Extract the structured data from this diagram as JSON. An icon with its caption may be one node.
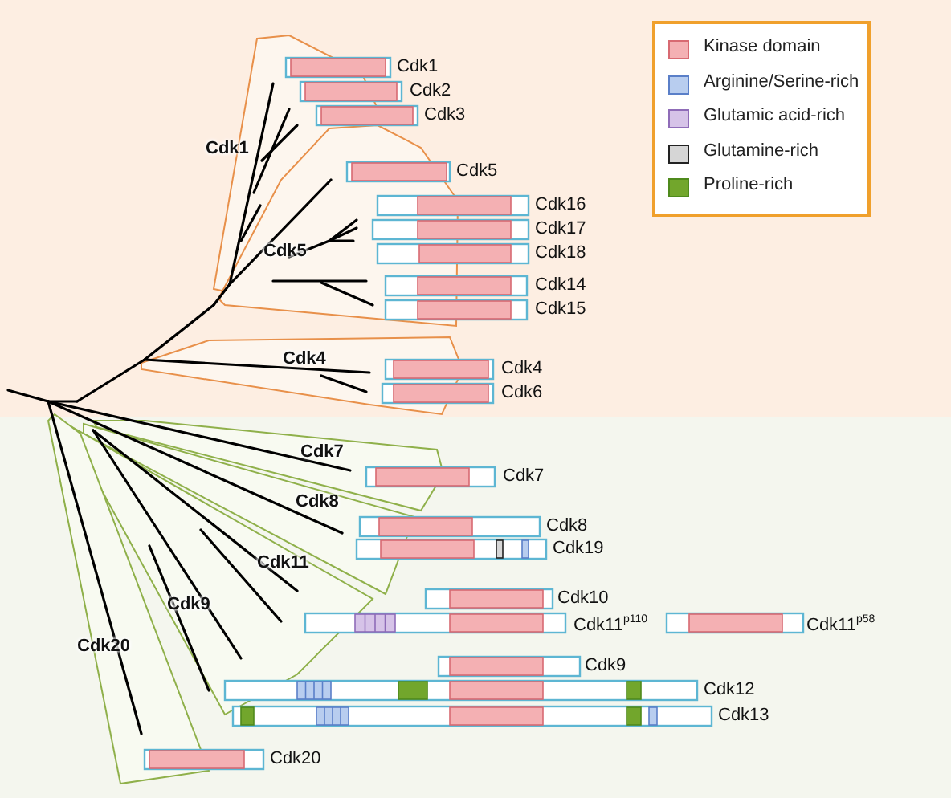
{
  "diagram": {
    "labels": [
      "Cdk1",
      "Cdk2",
      "Cdk3",
      "Cdk1",
      "Cdk5",
      "Cdk16",
      "Cdk17",
      "Cdk5",
      "Cdk18",
      "Cdk14",
      "Cdk15",
      "Cdk4",
      "Cdk4",
      "Cdk6",
      "Cdk7",
      "Cdk7",
      "Cdk8",
      "Cdk8",
      "Cdk19",
      "Cdk11",
      "Cdk10",
      "Cdk9",
      "Cdk11$^{p110}$",
      "Cdk11$^{p58}$",
      "Cdk20",
      "Cdk9",
      "Cdk12",
      "Cdk13",
      "Cdk20"
    ],
    "legend": [
      {
        "text": "Kinase domain",
        "color": "#f4b0b3"
      },
      {
        "text": "Arginine/Serine-rich",
        "color": "#b8cdef"
      },
      {
        "text": "Glutamic acid-rich",
        "color": "#d6c3e8"
      },
      {
        "text": "Glutamine-rich",
        "color": "#d6d6d6"
      },
      {
        "text": "Proline-rich",
        "color": "#72a62c"
      }
    ]
  }
}
